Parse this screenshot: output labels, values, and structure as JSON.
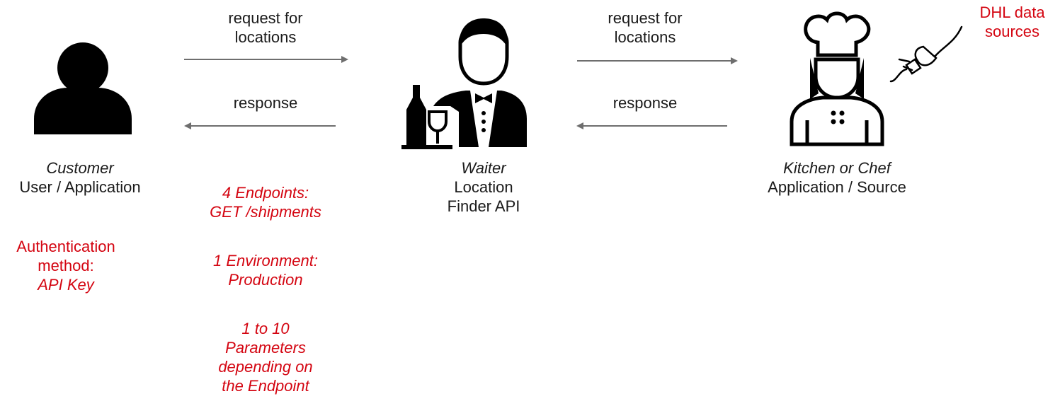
{
  "arrows": {
    "req1_label": [
      "request for",
      "locations"
    ],
    "resp1_label": "response",
    "req2_label": [
      "request for",
      "locations"
    ],
    "resp2_label": "response"
  },
  "customer": {
    "role": "Customer",
    "desc": "User / Application",
    "icon": "user-icon"
  },
  "auth": {
    "lines": [
      "Authentication",
      "method:"
    ],
    "value": "API Key"
  },
  "api_facts": {
    "endpoints": [
      "4 Endpoints:",
      "GET /shipments"
    ],
    "environment": [
      "1 Environment:",
      "Production"
    ],
    "parameters": [
      "1 to 10",
      "Parameters",
      "depending on",
      "the Endpoint"
    ]
  },
  "waiter": {
    "role": "Waiter",
    "desc": [
      "Location",
      "Finder API"
    ],
    "icon": "waiter-icon"
  },
  "chef": {
    "role": "Kitchen or Chef",
    "desc": "Application / Source",
    "icon": "chef-icon"
  },
  "data_sources": {
    "lines": [
      "DHL data",
      "sources"
    ],
    "icon": "plug-icon"
  },
  "colors": {
    "accent": "#d40511",
    "text": "#1a1a1a",
    "arrow": "#6e6e6e"
  }
}
